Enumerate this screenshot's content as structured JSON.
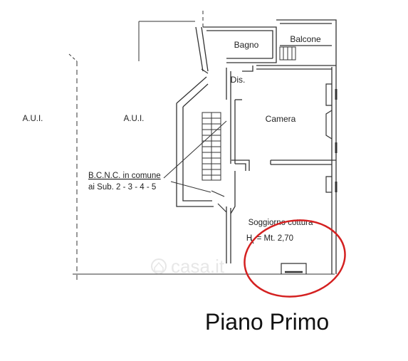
{
  "plan": {
    "title": "Piano Primo",
    "rooms": {
      "aui_left": "A.U.I.",
      "aui_right": "A.U.I.",
      "bagno": "Bagno",
      "balcone": "Balcone",
      "dis": "Dis.",
      "camera": "Camera",
      "soggiorno": "Soggiorno cottura",
      "height": "H. = Mt. 2,70"
    },
    "common_area": {
      "line1": "B.C.N.C. in comune",
      "line2": "ai Sub. 2 - 3 - 4 - 5"
    },
    "watermark": "casa.it",
    "highlight_color": "#d42020"
  }
}
